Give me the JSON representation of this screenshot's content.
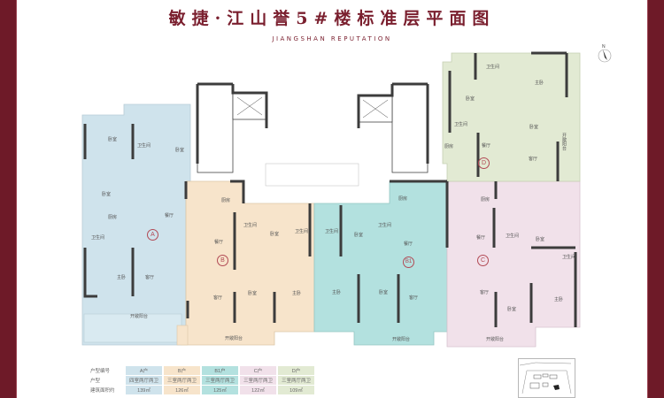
{
  "header": {
    "title": "敏捷·江山誉5#楼标准层平面图",
    "subtitle": "JIANGSHAN  REPUTATION"
  },
  "compass": {
    "label": "N"
  },
  "colors": {
    "border": "#6e1a28",
    "title": "#7a1f2e",
    "unit_A": "#cfe3ec",
    "unit_B": "#f7e4cb",
    "unit_B1": "#b3e1df",
    "unit_C": "#f1e1ea",
    "unit_D": "#e2ead3",
    "wall": "#3c3c3c",
    "marker": "#b24a55"
  },
  "units": [
    {
      "id": "A",
      "label": "A",
      "rooms": [
        "卧室",
        "卧室",
        "卫生间",
        "卧室",
        "厨房",
        "餐厅",
        "卫生间",
        "主卧",
        "客厅",
        "开敞阳台"
      ]
    },
    {
      "id": "B",
      "label": "B",
      "rooms": [
        "厨房",
        "卫生间",
        "卧室",
        "卫生间",
        "餐厅",
        "客厅",
        "卧室",
        "主卧",
        "开敞阳台"
      ]
    },
    {
      "id": "B1",
      "label": "B1",
      "rooms": [
        "厨房",
        "卫生间",
        "卫生间",
        "卧室",
        "餐厅",
        "主卧",
        "卧室",
        "客厅",
        "开敞阳台"
      ]
    },
    {
      "id": "C",
      "label": "C",
      "rooms": [
        "厨房",
        "卫生间",
        "卧室",
        "餐厅",
        "卫生间",
        "客厅",
        "卧室",
        "主卧",
        "开敞阳台"
      ]
    },
    {
      "id": "D",
      "label": "D",
      "rooms": [
        "卫生间",
        "主卧",
        "卧室",
        "卧室",
        "卫生间",
        "厨房",
        "餐厅",
        "客厅",
        "开敞阳台"
      ]
    }
  ],
  "legend": {
    "headers": [
      "户型编号",
      "户型",
      "建筑面积约"
    ],
    "columns": [
      {
        "code": "A户",
        "type": "四室两厅两卫",
        "area": "139㎡",
        "color": "#cfe3ec"
      },
      {
        "code": "B户",
        "type": "三室两厅两卫",
        "area": "126㎡",
        "color": "#f7e4cb"
      },
      {
        "code": "B1户",
        "type": "三室两厅两卫",
        "area": "125㎡",
        "color": "#b3e1df"
      },
      {
        "code": "C户",
        "type": "三室两厅两卫",
        "area": "122㎡",
        "color": "#f1e1ea"
      },
      {
        "code": "D户",
        "type": "三室两厅两卫",
        "area": "109㎡",
        "color": "#e2ead3"
      }
    ]
  }
}
